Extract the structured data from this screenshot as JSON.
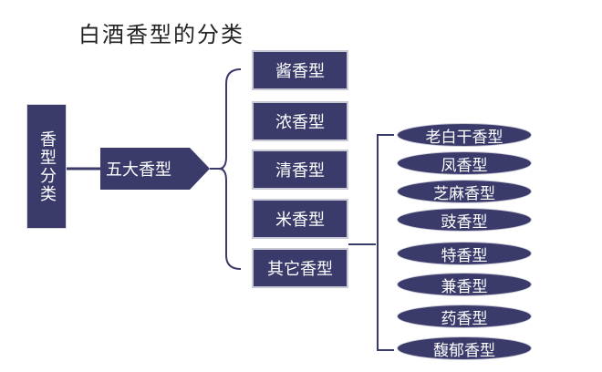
{
  "title": "白酒香型的分类",
  "root": "香型分类",
  "middle": "五大香型",
  "categories": [
    "酱香型",
    "浓香型",
    "清香型",
    "米香型",
    "其它香型"
  ],
  "other_types": [
    "老白干香型",
    "凤香型",
    "芝麻香型",
    "豉香型",
    "特香型",
    "兼香型",
    "药香型",
    "馥郁香型"
  ],
  "colors": {
    "node_fill": "#3a3a6b",
    "node_text": "#ffffff",
    "line": "#3a3a6b",
    "border": "#c9c9d6"
  }
}
